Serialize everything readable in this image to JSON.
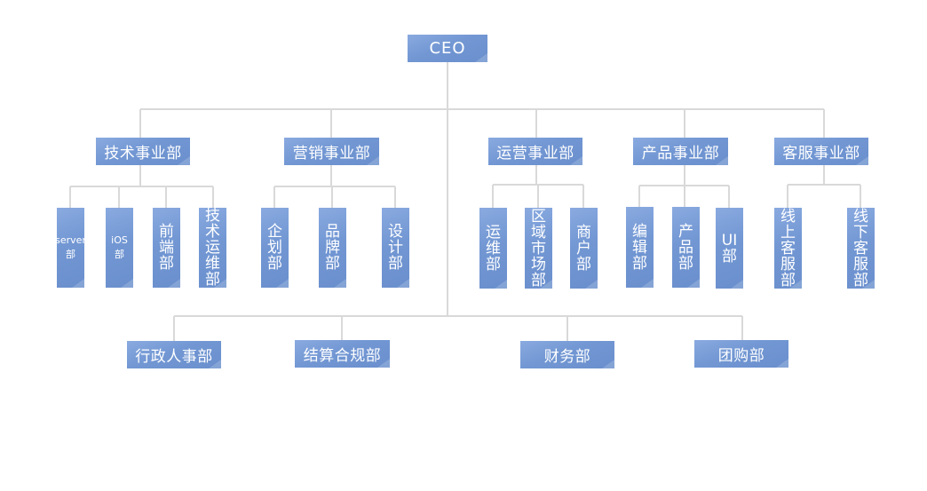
{
  "root": {
    "label": "CEO"
  },
  "divisions": [
    {
      "label": "技术事业部",
      "children": [
        "server\n部",
        "iOS\n部",
        "前\n端\n部",
        "技\n术\n运\n维\n部"
      ]
    },
    {
      "label": "营销事业部",
      "children": [
        "企\n划\n部",
        "品\n牌\n部",
        "设\n计\n部"
      ]
    },
    {
      "label": "运营事业部",
      "children": [
        "运\n维\n部",
        "区\n域\n市\n场\n部",
        "商\n户\n部"
      ]
    },
    {
      "label": "产品事业部",
      "children": [
        "编\n辑\n部",
        "产\n品\n部",
        "UI\n部"
      ]
    },
    {
      "label": "客服事业部",
      "children": [
        "线\n上\n客\n服\n部",
        "线\n下\n客\n服\n部"
      ]
    }
  ],
  "support_departments": [
    "行政人事部",
    "结算合规部",
    "财务部",
    "团购部"
  ],
  "colors": {
    "box": "#7297d3",
    "connector": "#d9d9d9",
    "text": "#ffffff"
  }
}
